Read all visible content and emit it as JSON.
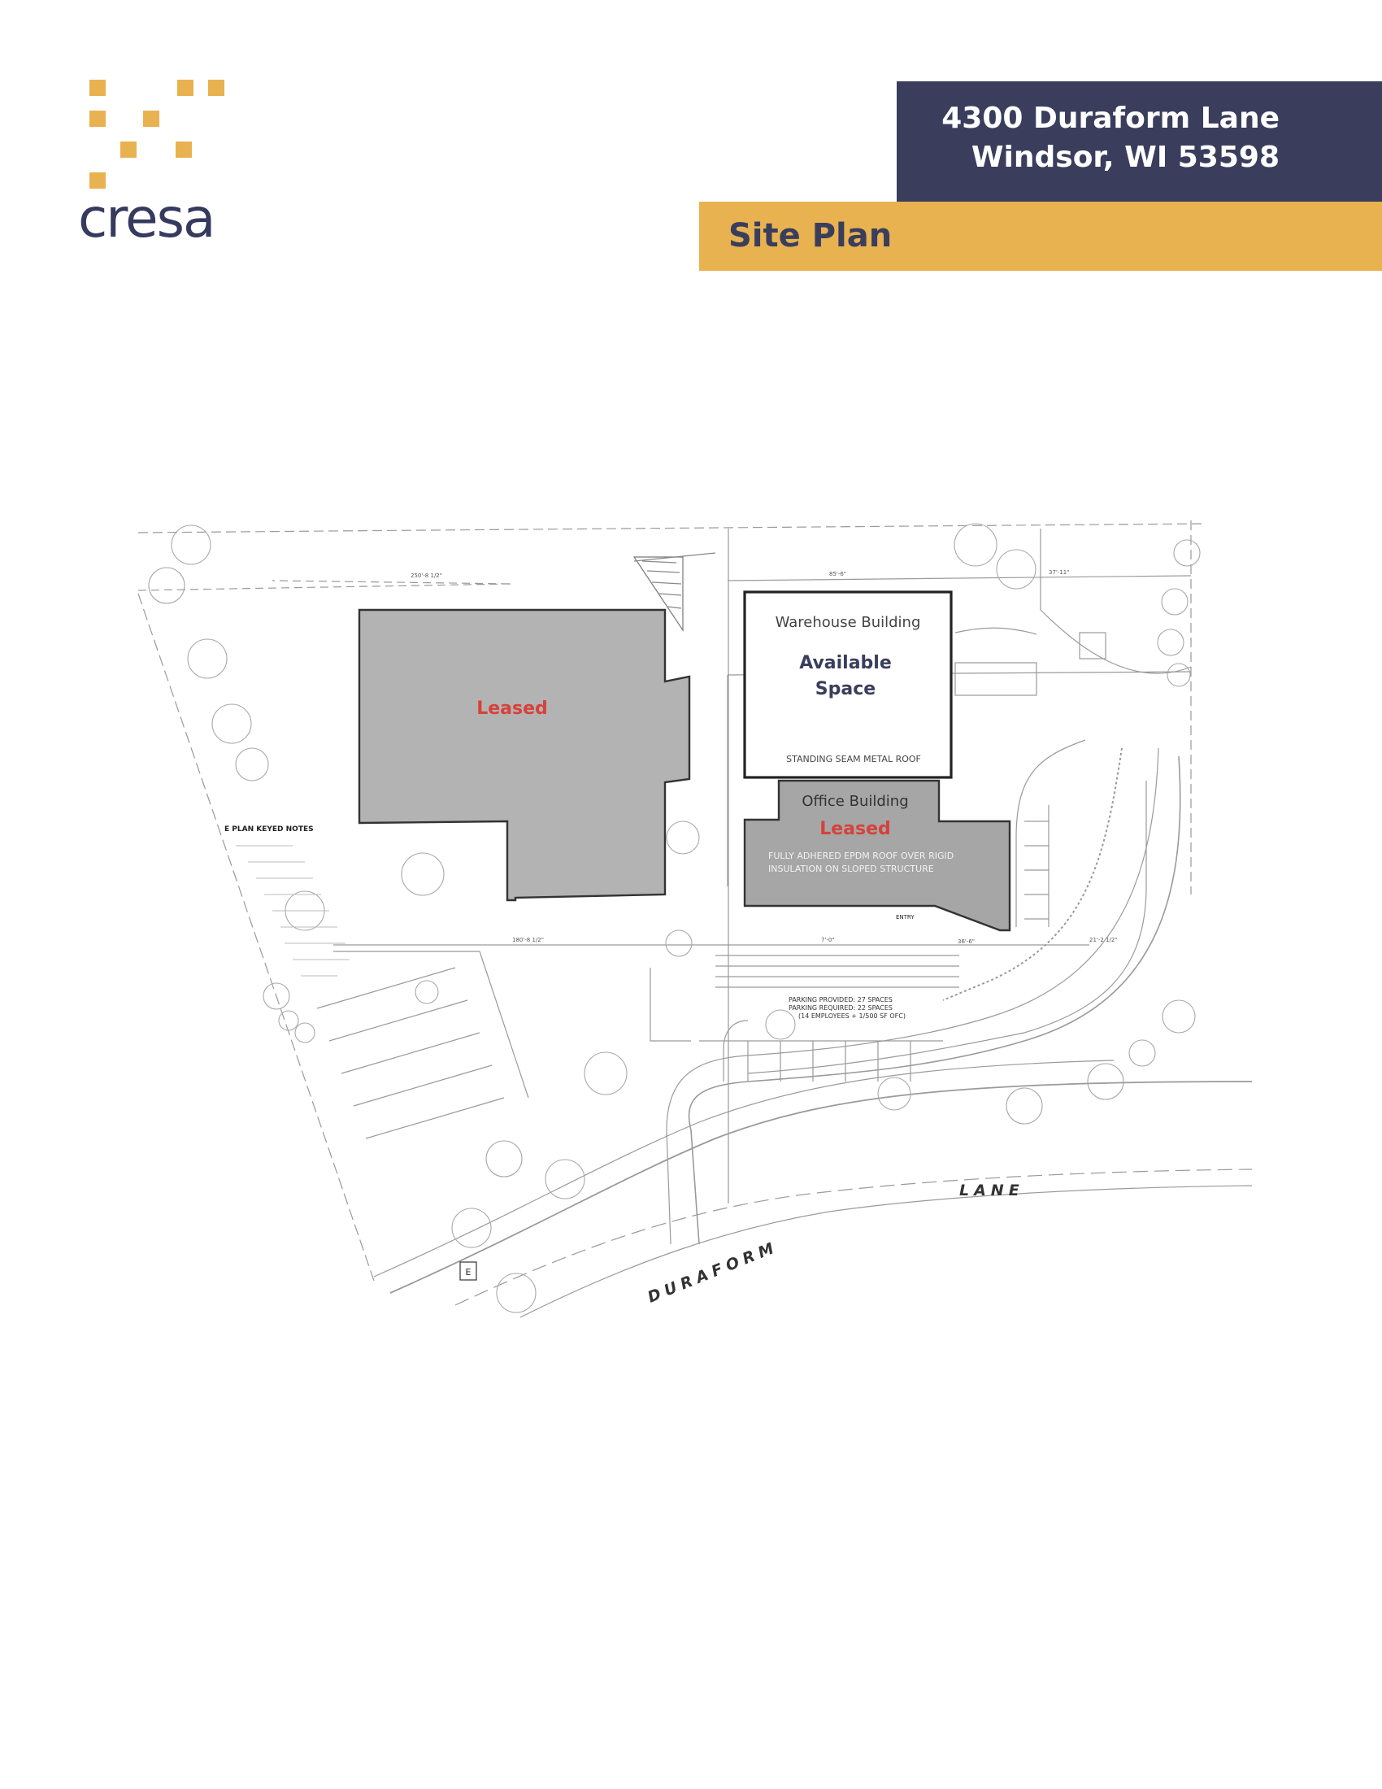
{
  "brand": {
    "name": "cresa",
    "accent": "#e8b251",
    "navy": "#3a3e5c"
  },
  "address": {
    "line1": "4300 Duraform Lane",
    "line2": "Windsor, WI 53598"
  },
  "section_title": "Site Plan",
  "plan": {
    "west_building": {
      "status": "Leased"
    },
    "warehouse": {
      "name": "Warehouse Building",
      "status_line1": "Available",
      "status_line2": "Space",
      "roof_note": "STANDING SEAM METAL ROOF"
    },
    "office": {
      "name": "Office Building",
      "status": "Leased",
      "roof_note_line1": "FULLY ADHERED EPDM ROOF OVER RIGID",
      "roof_note_line2": "INSULATION ON SLOPED STRUCTURE"
    },
    "keyed_notes_title": "E PLAN KEYED NOTES",
    "parking": {
      "line1": "PARKING PROVIDED: 27 SPACES",
      "line2": "PARKING REQUIRED: 22 SPACES",
      "line3": "(14 EMPLOYEES + 1/500 SF OFC)"
    },
    "entry_label": "ENTRY",
    "street_left": "DURAFORM",
    "street_right": "LANE",
    "grid_marker": "E",
    "dimensions": {
      "top_left": "250'-8 1/2\"",
      "top_mid": "85'-6\"",
      "top_right": "37'-11\"",
      "mid_left": "180'-8 1/2\"",
      "mid_center": "7'-0\"",
      "mid_right": "21'-2 1/2\"",
      "lower_right": "36'-6\""
    }
  }
}
